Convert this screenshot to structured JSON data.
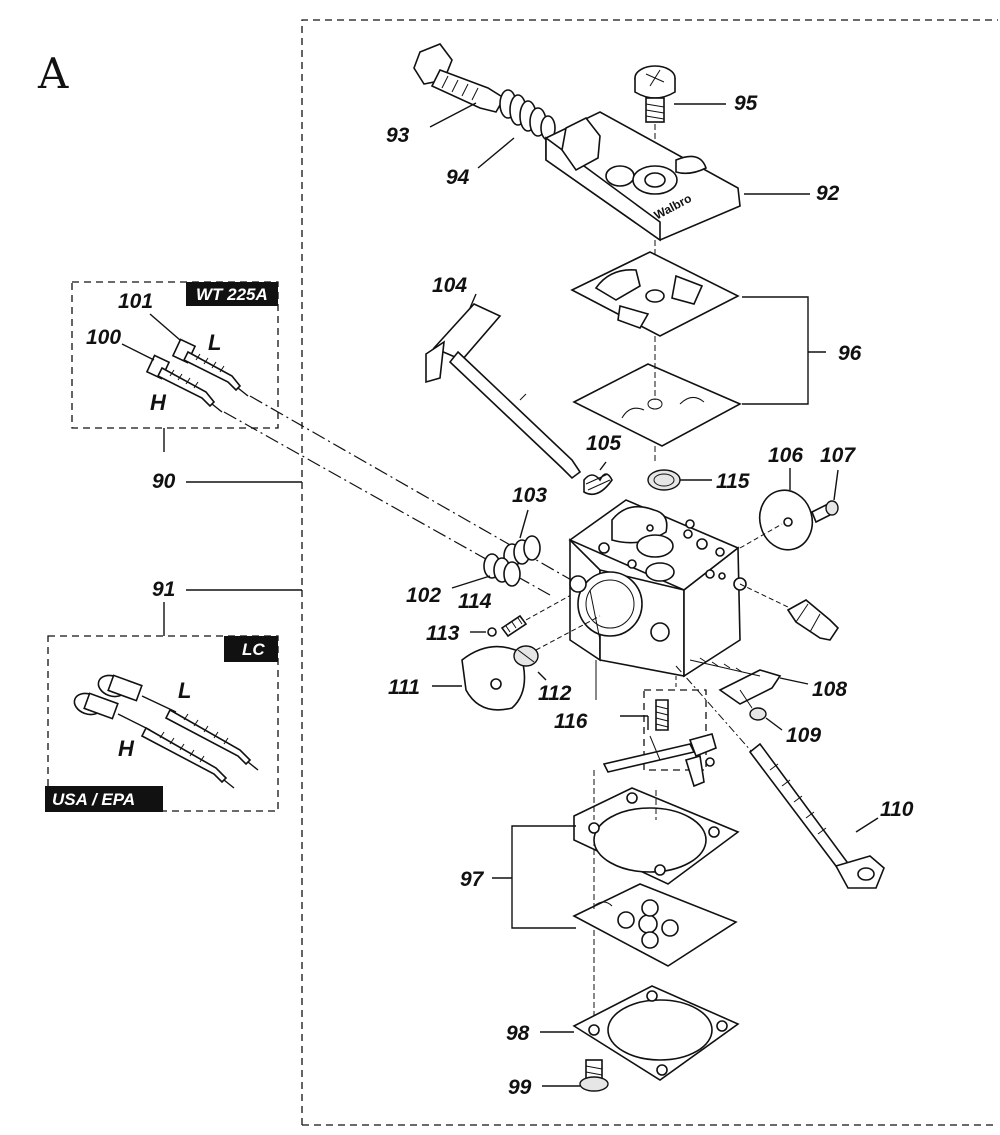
{
  "section_letter": "A",
  "brand_text": "Walbro",
  "kits": {
    "wt225": {
      "tag": "WT 225A",
      "letter_l": "L",
      "letter_h": "H"
    },
    "lc": {
      "tag": "LC",
      "letter_l": "L",
      "letter_h": "H"
    },
    "usa": {
      "tag": "USA / EPA"
    }
  },
  "callouts": {
    "p90": "90",
    "p91": "91",
    "p92": "92",
    "p93": "93",
    "p94": "94",
    "p95": "95",
    "p96": "96",
    "p97": "97",
    "p98": "98",
    "p99": "99",
    "p100": "100",
    "p101": "101",
    "p102": "102",
    "p103": "103",
    "p104": "104",
    "p105": "105",
    "p106": "106",
    "p107": "107",
    "p108": "108",
    "p109": "109",
    "p110": "110",
    "p111": "111",
    "p112": "112",
    "p113": "113",
    "p114": "114",
    "p115": "115",
    "p116": "116"
  }
}
